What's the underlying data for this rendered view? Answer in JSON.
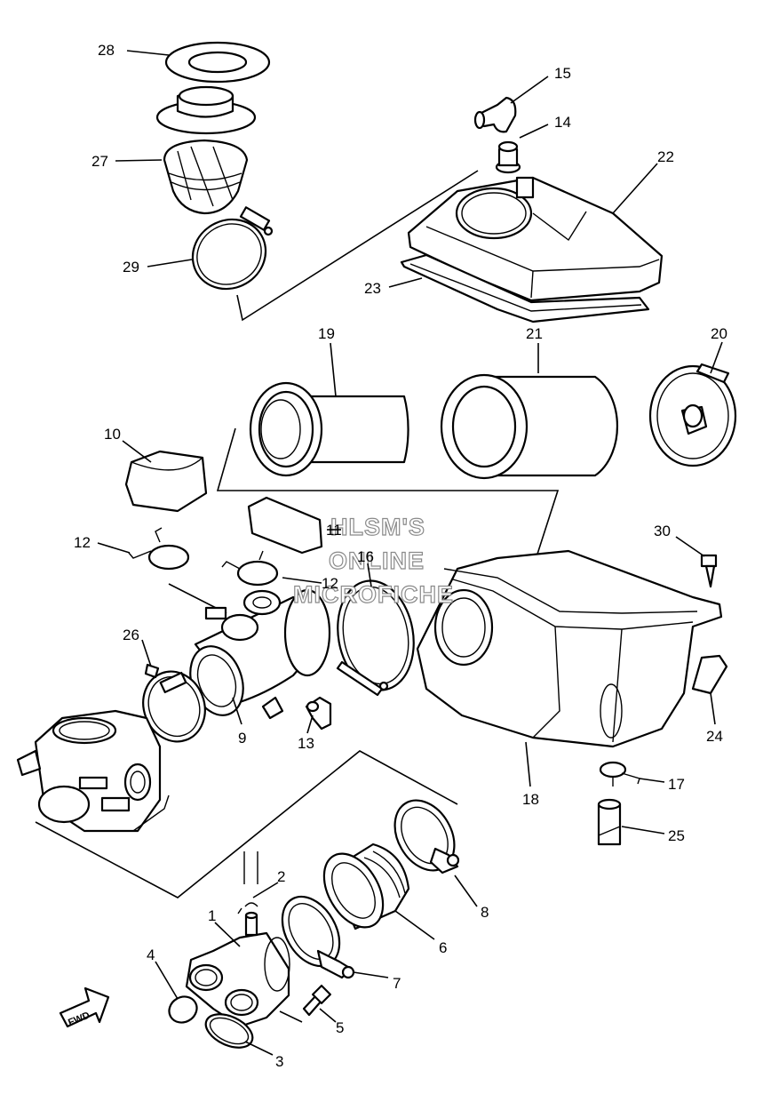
{
  "callouts": [
    {
      "id": "1",
      "label": "1"
    },
    {
      "id": "2",
      "label": "2"
    },
    {
      "id": "3",
      "label": "3"
    },
    {
      "id": "4",
      "label": "4"
    },
    {
      "id": "5",
      "label": "5"
    },
    {
      "id": "6",
      "label": "6"
    },
    {
      "id": "7",
      "label": "7"
    },
    {
      "id": "8",
      "label": "8"
    },
    {
      "id": "9",
      "label": "9"
    },
    {
      "id": "10",
      "label": "10"
    },
    {
      "id": "11",
      "label": "11"
    },
    {
      "id": "12a",
      "label": "12"
    },
    {
      "id": "12b",
      "label": "12"
    },
    {
      "id": "13",
      "label": "13"
    },
    {
      "id": "14",
      "label": "14"
    },
    {
      "id": "15",
      "label": "15"
    },
    {
      "id": "16",
      "label": "16"
    },
    {
      "id": "17",
      "label": "17"
    },
    {
      "id": "18",
      "label": "18"
    },
    {
      "id": "19",
      "label": "19"
    },
    {
      "id": "20",
      "label": "20"
    },
    {
      "id": "21",
      "label": "21"
    },
    {
      "id": "22",
      "label": "22"
    },
    {
      "id": "23",
      "label": "23"
    },
    {
      "id": "24",
      "label": "24"
    },
    {
      "id": "25",
      "label": "25"
    },
    {
      "id": "26",
      "label": "26"
    },
    {
      "id": "27",
      "label": "27"
    },
    {
      "id": "28",
      "label": "28"
    },
    {
      "id": "29",
      "label": "29"
    },
    {
      "id": "30",
      "label": "30"
    }
  ],
  "watermark": {
    "line1": "HLSM'S",
    "line2": "ONLINE",
    "line3": "MICROFICHE"
  },
  "direction_arrow": {
    "label": "FWD"
  }
}
